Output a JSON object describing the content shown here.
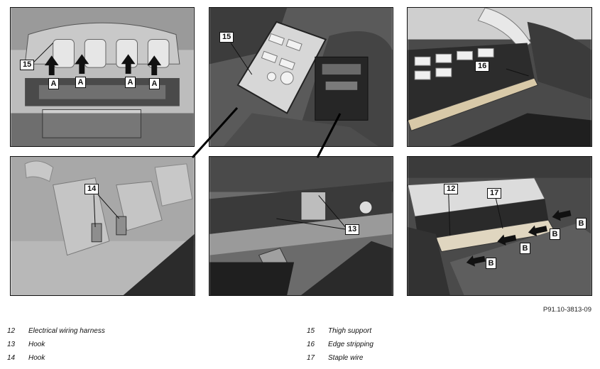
{
  "figure_id": "P91.10-3813-09",
  "panels": {
    "p1": {
      "labels": [
        "15"
      ],
      "letters": [
        "A",
        "A",
        "A",
        "A"
      ]
    },
    "p2": {
      "labels": [
        "15"
      ]
    },
    "p3": {
      "labels": [
        "16"
      ]
    },
    "p4": {
      "labels": [
        "14"
      ]
    },
    "p5": {
      "labels": [
        "13"
      ]
    },
    "p6": {
      "labels": [
        "12",
        "17"
      ],
      "letters": [
        "B",
        "B",
        "B",
        "B"
      ]
    }
  },
  "legend": {
    "left": [
      {
        "num": "12",
        "text": "Electrical wiring harness"
      },
      {
        "num": "13",
        "text": "Hook"
      },
      {
        "num": "14",
        "text": "Hook"
      }
    ],
    "right": [
      {
        "num": "15",
        "text": "Thigh support"
      },
      {
        "num": "16",
        "text": "Edge stripping"
      },
      {
        "num": "17",
        "text": "Staple wire"
      }
    ]
  },
  "colors": {
    "photo_dark": "#3a3a3a",
    "photo_mid": "#8a8a8a",
    "photo_light": "#d8d8d8"
  }
}
